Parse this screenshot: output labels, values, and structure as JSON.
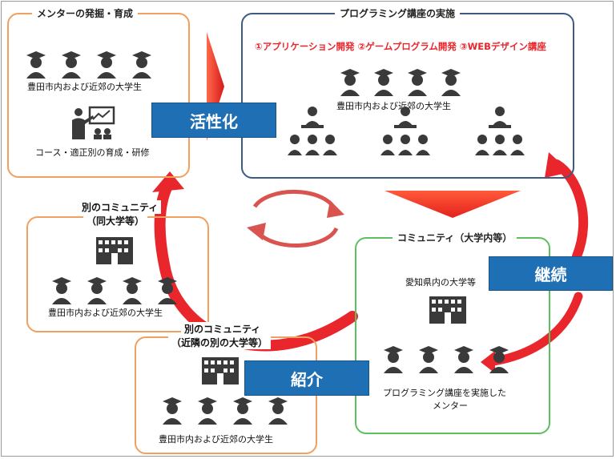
{
  "mentor_box": {
    "title": "メンターの発掘・育成",
    "students_label": "豊田市内および近郊の大学生",
    "course_label": "コース・適正別の育成・研修"
  },
  "program_box": {
    "title": "プログラミング講座の実施",
    "courses": "①アプリケーション開発 ②ゲームプログラム開発 ③WEBデザイン講座",
    "students_label": "豊田市内および近郊の大学生"
  },
  "other_community_1": {
    "title_line1": "別のコミュニティ",
    "title_line2": "（同大学等）",
    "students_label": "豊田市内および近郊の大学生"
  },
  "other_community_2": {
    "title_line1": "別のコミュニティ",
    "title_line2": "（近隣の別の大学等）",
    "students_label": "豊田市内および近郊の大学生"
  },
  "university_community": {
    "title": "コミュニティ（大学内等）",
    "universities_label": "愛知県内の大学等",
    "mentors_label_line1": "プログラミング講座を実施した",
    "mentors_label_line2": "メンター"
  },
  "badges": {
    "activate": "活性化",
    "continue": "継続",
    "introduce": "紹介"
  },
  "colors": {
    "orange_border": "#f0a060",
    "blue_border": "#3c5a82",
    "green_border": "#5cc060",
    "badge_blue": "#1f6fb5",
    "arrow_red": "#e8262b",
    "icon_dark": "#3a3a3a"
  }
}
